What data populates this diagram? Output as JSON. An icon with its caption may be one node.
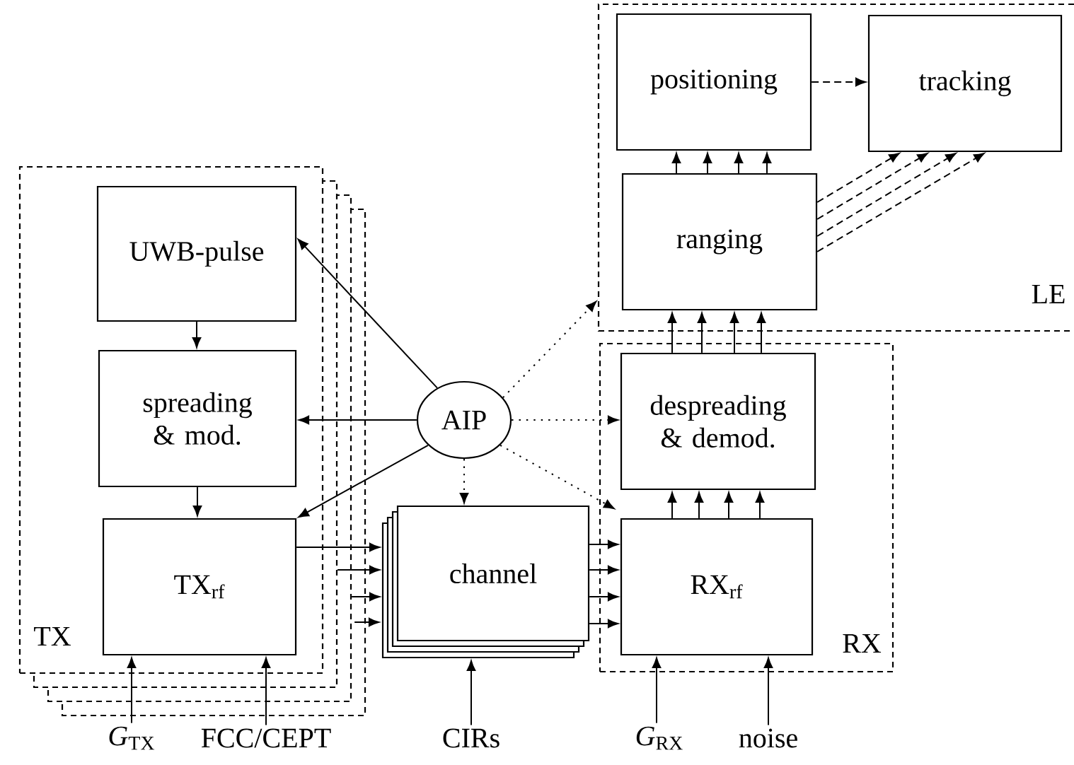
{
  "diagram": {
    "nodes": [
      {
        "text": [
          "TX"
        ]
      },
      {
        "text": [
          "UWB-pulse"
        ],
        "in": 0
      },
      {
        "text": [
          "spreading & mod."
        ],
        "in": 0
      },
      {
        "text": [
          "TX$_{rf}$"
        ],
        "in": 0
      },
      {
        "text": [
          "AIP"
        ]
      },
      {
        "text": [
          "channel"
        ]
      },
      {
        "text": [
          "LE"
        ]
      },
      {
        "text": [
          "positioning"
        ],
        "in": 6
      },
      {
        "text": [
          "tracking"
        ],
        "in": 6
      },
      {
        "text": [
          "ranging"
        ],
        "in": 6
      },
      {
        "text": [
          "RX"
        ]
      },
      {
        "text": [
          "despreading & demod."
        ],
        "in": 10
      },
      {
        "text": [
          "RX$_{rf}$"
        ],
        "in": 10
      },
      {
        "text": [
          "*G*$_{TX}$"
        ]
      },
      {
        "text": [
          "FCC/CEPT"
        ]
      },
      {
        "text": [
          "CIRs"
        ]
      },
      {
        "text": [
          "*G*$_{RX}$"
        ]
      },
      {
        "text": [
          "noise"
        ]
      }
    ],
    "edges": [
      {
        "from": 1,
        "to": 2,
        "arrow": "to"
      },
      {
        "from": 2,
        "to": 3,
        "arrow": "to"
      },
      {
        "from": 4,
        "to": 1,
        "arrow": "to"
      },
      {
        "from": 4,
        "to": 2,
        "arrow": "to"
      },
      {
        "from": 4,
        "to": 3,
        "arrow": "to"
      },
      {
        "from": 4,
        "to": 5,
        "arrow": "to",
        "style": "dashed"
      },
      {
        "from": 4,
        "to": 6,
        "arrow": "to",
        "style": "dashed"
      },
      {
        "from": 4,
        "to": 11,
        "arrow": "to",
        "style": "dashed"
      },
      {
        "from": 4,
        "to": 12,
        "arrow": "to",
        "style": "dashed"
      },
      {
        "from": 3,
        "to": 5,
        "arrow": "to"
      },
      {
        "from": 0,
        "to": 5,
        "arrow": "to"
      },
      {
        "from": 0,
        "to": 5,
        "arrow": "to"
      },
      {
        "from": 0,
        "to": 5,
        "arrow": "to"
      },
      {
        "from": 5,
        "to": 12,
        "arrow": "to"
      },
      {
        "from": 5,
        "to": 12,
        "arrow": "to"
      },
      {
        "from": 5,
        "to": 12,
        "arrow": "to"
      },
      {
        "from": 5,
        "to": 12,
        "arrow": "to"
      },
      {
        "from": 12,
        "to": 11,
        "arrow": "to"
      },
      {
        "from": 12,
        "to": 11,
        "arrow": "to"
      },
      {
        "from": 12,
        "to": 11,
        "arrow": "to"
      },
      {
        "from": 12,
        "to": 11,
        "arrow": "to"
      },
      {
        "from": 11,
        "to": 9,
        "arrow": "to"
      },
      {
        "from": 11,
        "to": 9,
        "arrow": "to"
      },
      {
        "from": 11,
        "to": 9,
        "arrow": "to"
      },
      {
        "from": 11,
        "to": 9,
        "arrow": "to"
      },
      {
        "from": 9,
        "to": 7,
        "arrow": "to"
      },
      {
        "from": 9,
        "to": 7,
        "arrow": "to"
      },
      {
        "from": 9,
        "to": 7,
        "arrow": "to"
      },
      {
        "from": 9,
        "to": 7,
        "arrow": "to"
      },
      {
        "from": 9,
        "to": 8,
        "arrow": "to",
        "style": "dashed"
      },
      {
        "from": 9,
        "to": 8,
        "arrow": "to",
        "style": "dashed"
      },
      {
        "from": 9,
        "to": 8,
        "arrow": "to",
        "style": "dashed"
      },
      {
        "from": 9,
        "to": 8,
        "arrow": "to",
        "style": "dashed"
      },
      {
        "from": 7,
        "to": 8,
        "arrow": "to",
        "style": "dashed"
      },
      {
        "from": 13,
        "to": 3,
        "arrow": "to"
      },
      {
        "from": 14,
        "to": 3,
        "arrow": "to"
      },
      {
        "from": 15,
        "to": 5,
        "arrow": "to"
      },
      {
        "from": 16,
        "to": 12,
        "arrow": "to"
      },
      {
        "from": 17,
        "to": 12,
        "arrow": "to"
      }
    ]
  }
}
